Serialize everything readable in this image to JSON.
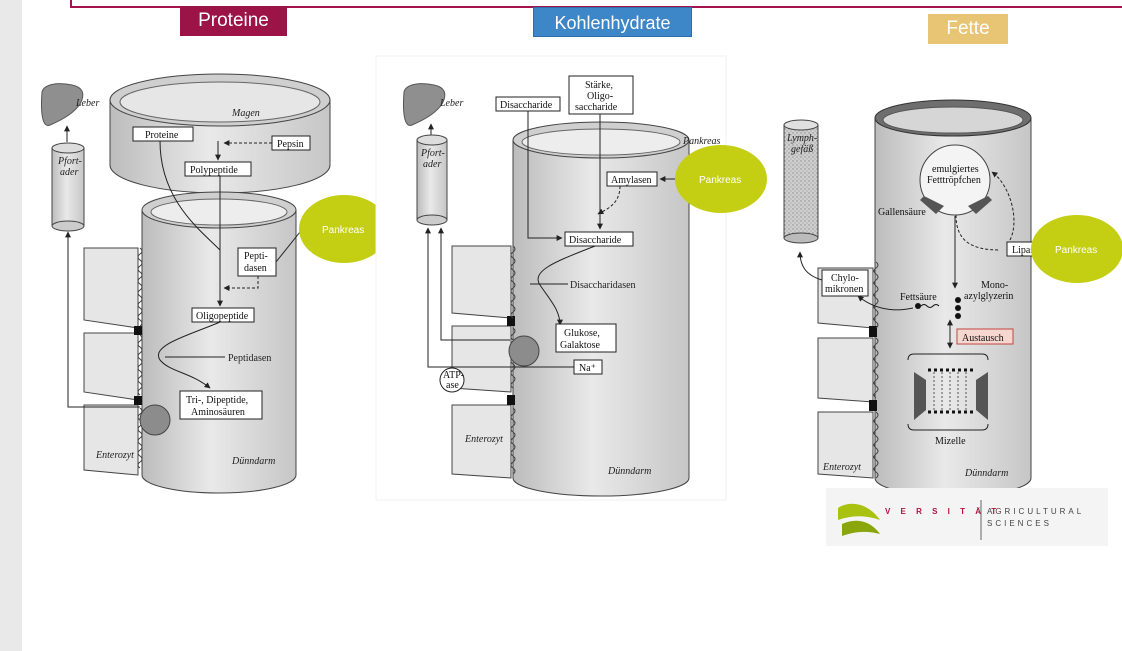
{
  "headers": {
    "proteins": "Proteine",
    "carbs": "Kohlenhydrate",
    "fats": "Fette"
  },
  "colors": {
    "proteins": "#9c1347",
    "carbs": "#3d86c8",
    "fats": "#e8c574",
    "pancreas": "#c4cf14",
    "exchange": "#f6d7cf"
  },
  "common": {
    "liver": "Leber",
    "portal_vein_1": "Pfort-",
    "portal_vein_2": "ader",
    "enterocyte": "Enterozyt",
    "small_intestine": "Dünndarm",
    "pancreas": "Pankreas"
  },
  "proteins": {
    "stomach": "Magen",
    "proteine": "Proteine",
    "pepsin": "Pepsin",
    "polypeptide": "Polypeptide",
    "peptidasen_box_1": "Pepti-",
    "peptidasen_box_2": "dasen",
    "oligopeptide": "Oligopeptide",
    "peptidasen": "Peptidasen",
    "products_1": "Tri-, Dipeptide,",
    "products_2": "Aminosäuren"
  },
  "carbs": {
    "disaccharide_top": "Disaccharide",
    "starch_1": "Stärke,",
    "starch_2": "Oligo-",
    "starch_3": "saccharide",
    "pancreas_label": "Pankreas",
    "amylase": "Amylasen",
    "disaccharide": "Disaccharide",
    "disaccharidasen": "Disaccharidasen",
    "glucose_1": "Glukose,",
    "glucose_2": "Galaktose",
    "na": "Na⁺",
    "atpase_1": "ATP-",
    "atpase_2": "ase"
  },
  "fats": {
    "lymph_1": "Lymph-",
    "lymph_2": "gefäß",
    "droplet_1": "emulgiertes",
    "droplet_2": "Fetttröpfchen",
    "bile": "Gallensäure",
    "lipase": "Lipase",
    "chylo_1": "Chylo-",
    "chylo_2": "mikronen",
    "fatty_acid": "Fettsäure",
    "mag_1": "Mono-",
    "mag_2": "azylglyzerin",
    "exchange": "Austausch",
    "micelle": "Mizelle"
  },
  "logo": {
    "word": "V E R S I T Ä T",
    "line1": "AGRICULTURAL",
    "line2": "SCIENCES"
  }
}
